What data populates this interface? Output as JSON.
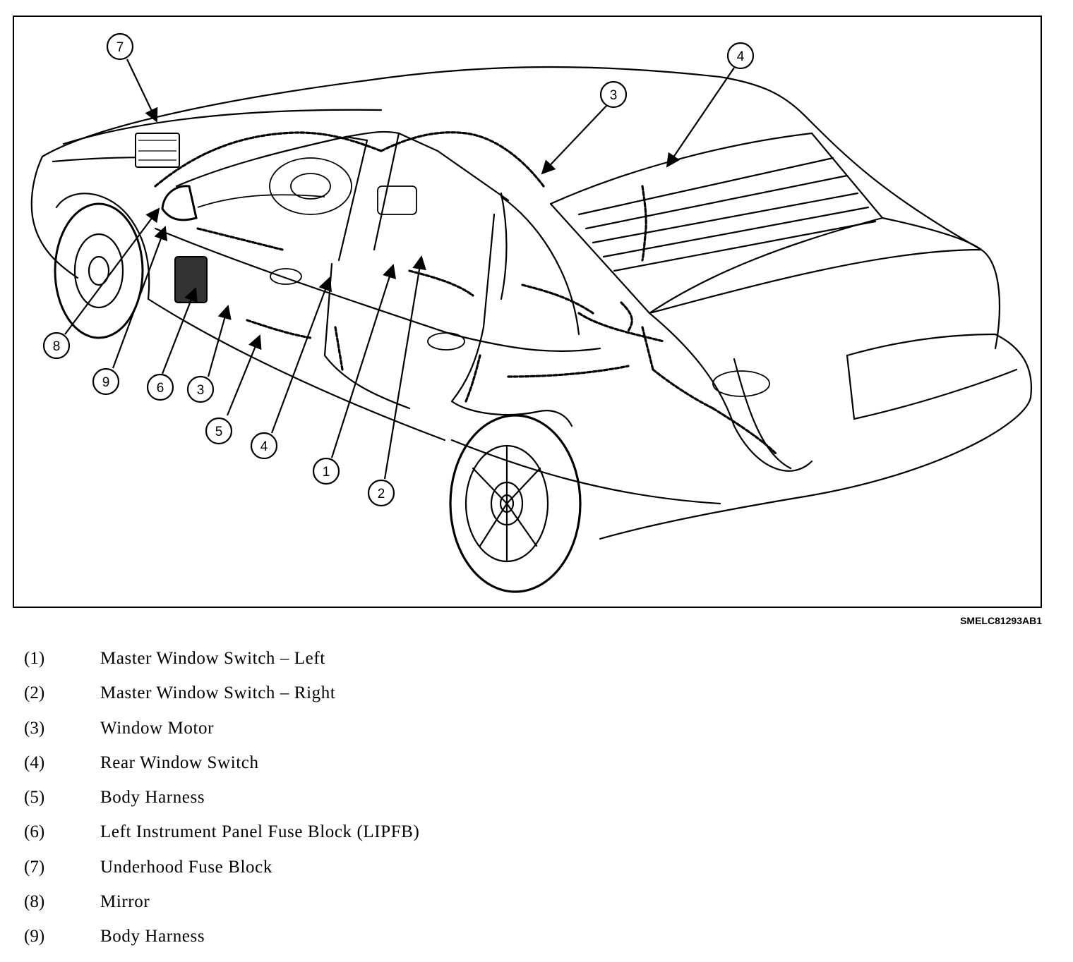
{
  "figure_id": "SMELC81293AB1",
  "callouts": [
    {
      "number": "7",
      "target": "underhood-fuse-block"
    },
    {
      "number": "4",
      "target": "rear-window-switch"
    },
    {
      "number": "3",
      "target": "window-motor-rear"
    },
    {
      "number": "8",
      "target": "mirror"
    },
    {
      "number": "9",
      "target": "body-harness-front"
    },
    {
      "number": "6",
      "target": "lipfb"
    },
    {
      "number": "3",
      "target": "window-motor-front"
    },
    {
      "number": "5",
      "target": "body-harness"
    },
    {
      "number": "4",
      "target": "rear-window-switch-door"
    },
    {
      "number": "1",
      "target": "master-window-switch-left"
    },
    {
      "number": "2",
      "target": "master-window-switch-right"
    }
  ],
  "legend": [
    {
      "number": "(1)",
      "label": "Master Window Switch – Left"
    },
    {
      "number": "(2)",
      "label": "Master Window Switch – Right"
    },
    {
      "number": "(3)",
      "label": "Window Motor"
    },
    {
      "number": "(4)",
      "label": "Rear Window Switch"
    },
    {
      "number": "(5)",
      "label": "Body Harness"
    },
    {
      "number": "(6)",
      "label": "Left Instrument Panel Fuse Block (LIPFB)"
    },
    {
      "number": "(7)",
      "label": "Underhood Fuse Block"
    },
    {
      "number": "(8)",
      "label": "Mirror"
    },
    {
      "number": "(9)",
      "label": "Body Harness"
    }
  ]
}
